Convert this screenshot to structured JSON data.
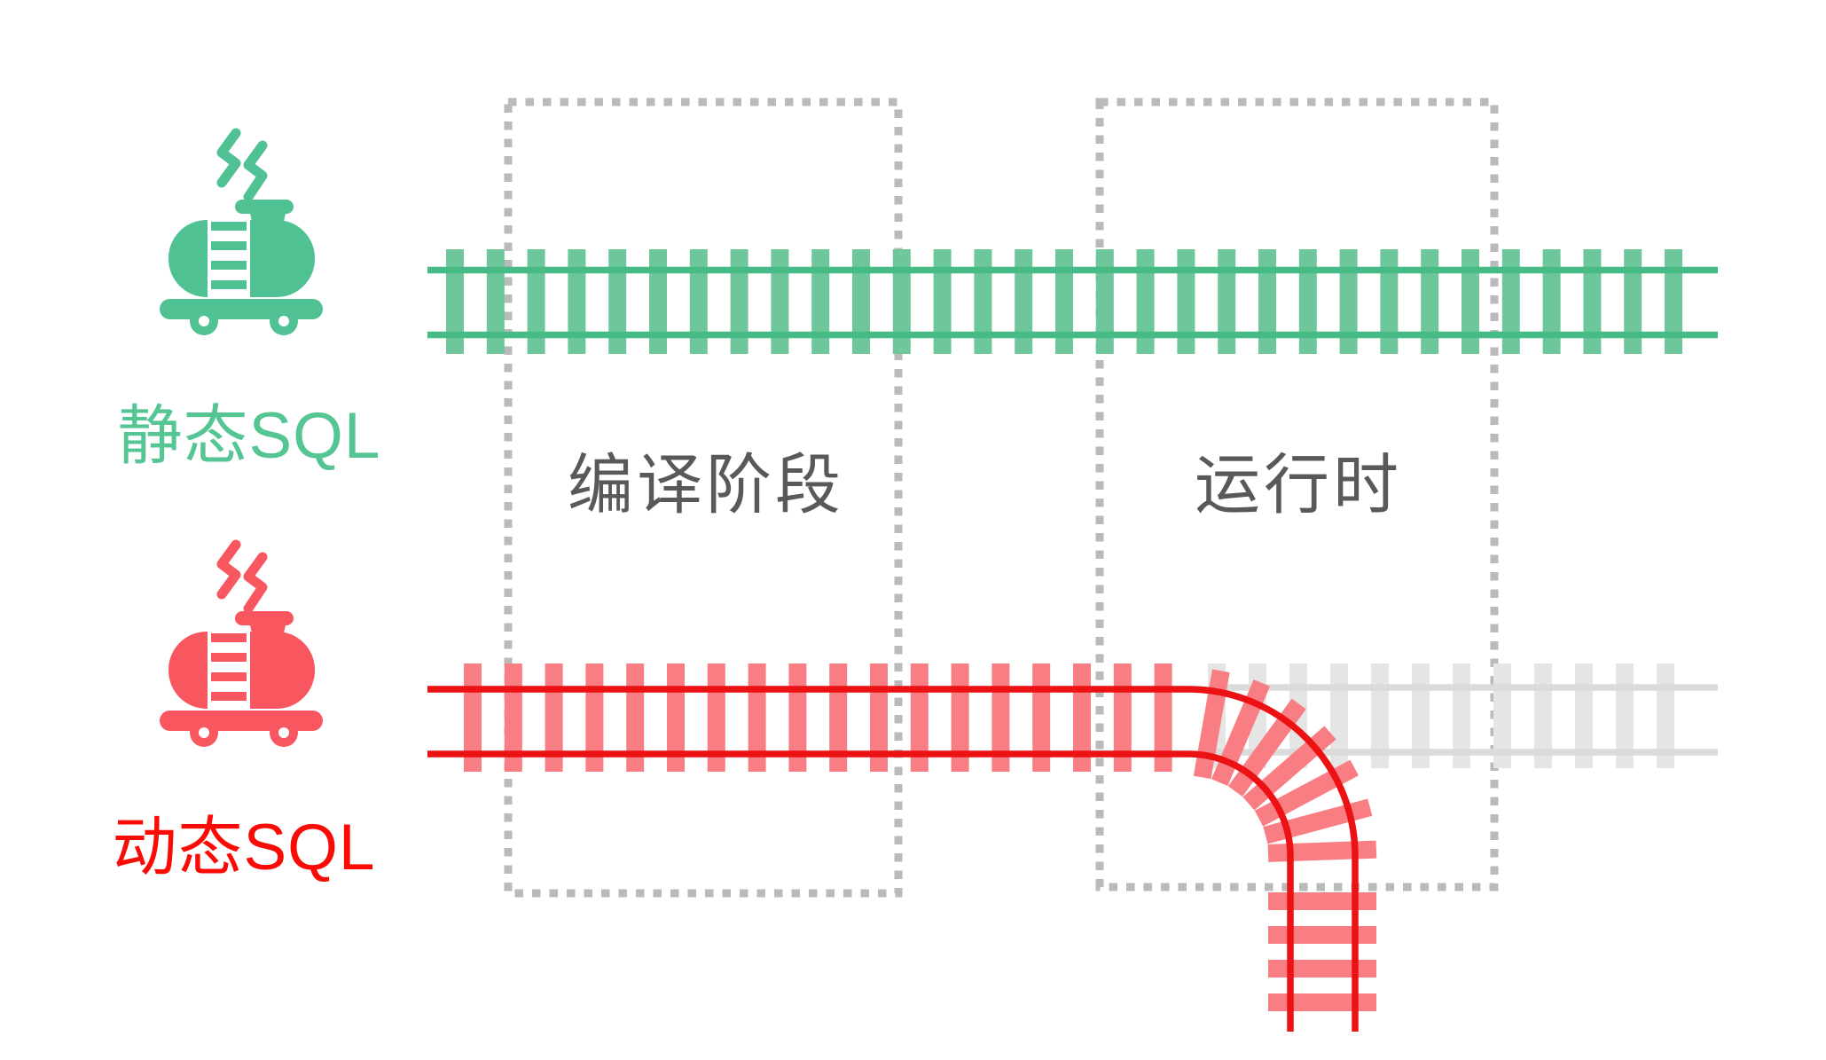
{
  "page": {
    "background": "#FFFFFF"
  },
  "labels": {
    "static_sql": "静态SQL",
    "dynamic_sql": "动态SQL",
    "compile_stage": "编译阶段",
    "runtime": "运行时"
  },
  "colors": {
    "green_tie": "#6EC69B",
    "green_rail": "#47BB85",
    "green_train": "#4FC192",
    "green_label": "#55C593",
    "red_tie": "#F97E84",
    "red_rail": "#EC1113",
    "red_train": "#F9575F",
    "red_label": "#FB0B06",
    "gray_tie": "#E5E5E5",
    "gray_rail": "#DBDBDB",
    "box_border": "#BABABA",
    "stage_text": "#595959",
    "background": "#FFFFFF"
  },
  "diagram": {
    "rows": [
      {
        "label": "静态SQL",
        "track": "green",
        "path": "straight through 编译阶段 and 运行时"
      },
      {
        "label": "动态SQL",
        "track": "red",
        "path": "straight through 编译阶段, branches downward in 运行时; gray track continues straight"
      }
    ],
    "stages": [
      {
        "label": "编译阶段"
      },
      {
        "label": "运行时"
      }
    ]
  }
}
